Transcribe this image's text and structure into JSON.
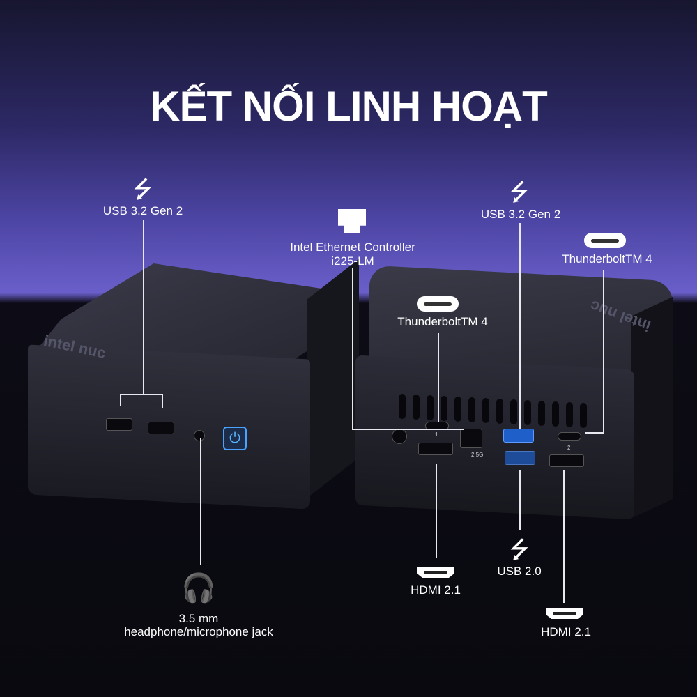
{
  "title": "KẾT NỐI LINH HOẠT",
  "labels": {
    "usb_front": "USB 3.2 Gen 2",
    "ethernet_1": "Intel Ethernet Controller",
    "ethernet_2": "i225-LM",
    "usb_rear": "USB 3.2 Gen 2",
    "tb4_right": "ThunderboltTM 4",
    "tb4_center": "ThunderboltTM 4",
    "headphone_1": "3.5 mm",
    "headphone_2": "headphone/microphone jack",
    "hdmi_left": "HDMI 2.1",
    "usb2": "USB 2.0",
    "hdmi_right": "HDMI 2.1"
  },
  "device": {
    "brand": "intel nuc",
    "power_symbol": "⏻",
    "port_numbers": [
      "1",
      "2"
    ],
    "eth_speed": "2.5G"
  },
  "colors": {
    "accent": "#6a5fca",
    "power": "#4aa3ff",
    "usb_blue": "#1f5fc9"
  }
}
